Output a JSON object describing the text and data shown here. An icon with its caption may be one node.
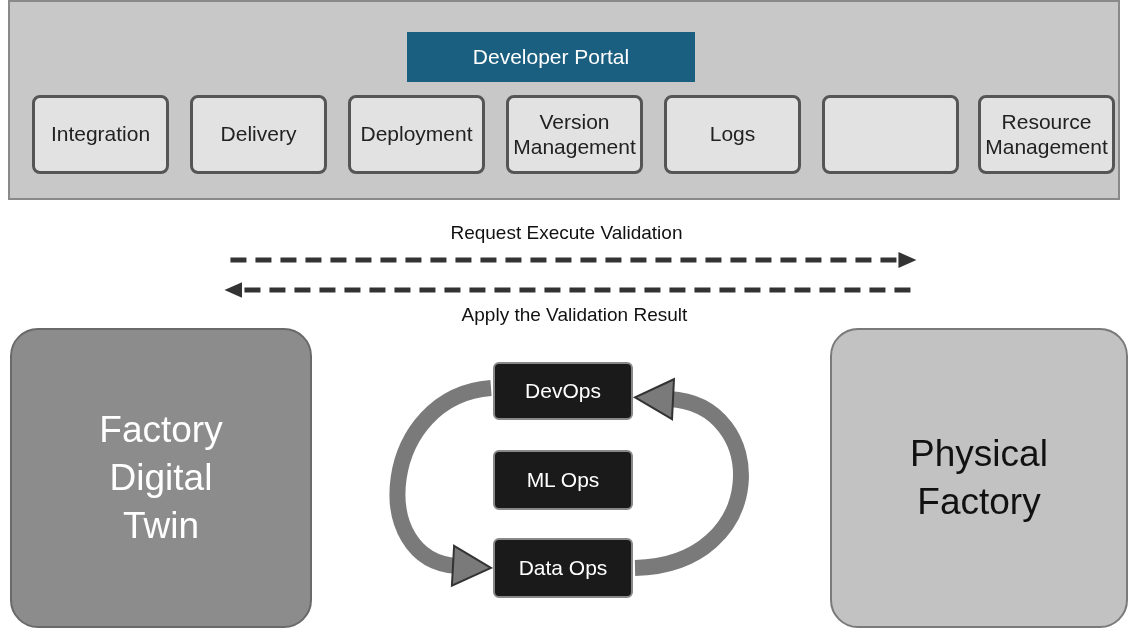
{
  "diagram": {
    "nodes": [
      {
        "text": [],
        "shape": "box"
      },
      {
        "text": [
          "Developer Portal"
        ],
        "in": 0
      },
      {
        "text": [
          "Integration"
        ],
        "in": 0
      },
      {
        "text": [
          "Delivery"
        ],
        "in": 0
      },
      {
        "text": [
          "Deployment"
        ],
        "in": 0
      },
      {
        "text": [
          "Version Management"
        ],
        "in": 0
      },
      {
        "text": [
          "Logs"
        ],
        "in": 0
      },
      {
        "text": [],
        "shape": "box",
        "in": 0
      },
      {
        "text": [
          "Resource Management"
        ],
        "in": 0
      },
      {
        "text": [
          "Factory Digital Twin"
        ]
      },
      {
        "text": [
          "DevOps"
        ]
      },
      {
        "text": [
          "ML Ops"
        ]
      },
      {
        "text": [
          "Data Ops"
        ]
      },
      {
        "text": [
          "Physical Factory"
        ]
      }
    ],
    "edges": [
      {
        "from": 9,
        "to": 13,
        "arrow": "to",
        "label": "Request Execute Validation",
        "style": "dashed"
      },
      {
        "from": 13,
        "to": 9,
        "arrow": "to",
        "label": "Apply the Validation Result",
        "style": "dashed"
      },
      {
        "from": 10,
        "to": 12,
        "arrow": "to",
        "style": "thick"
      },
      {
        "from": 12,
        "to": 10,
        "arrow": "to",
        "style": "thick"
      }
    ]
  }
}
